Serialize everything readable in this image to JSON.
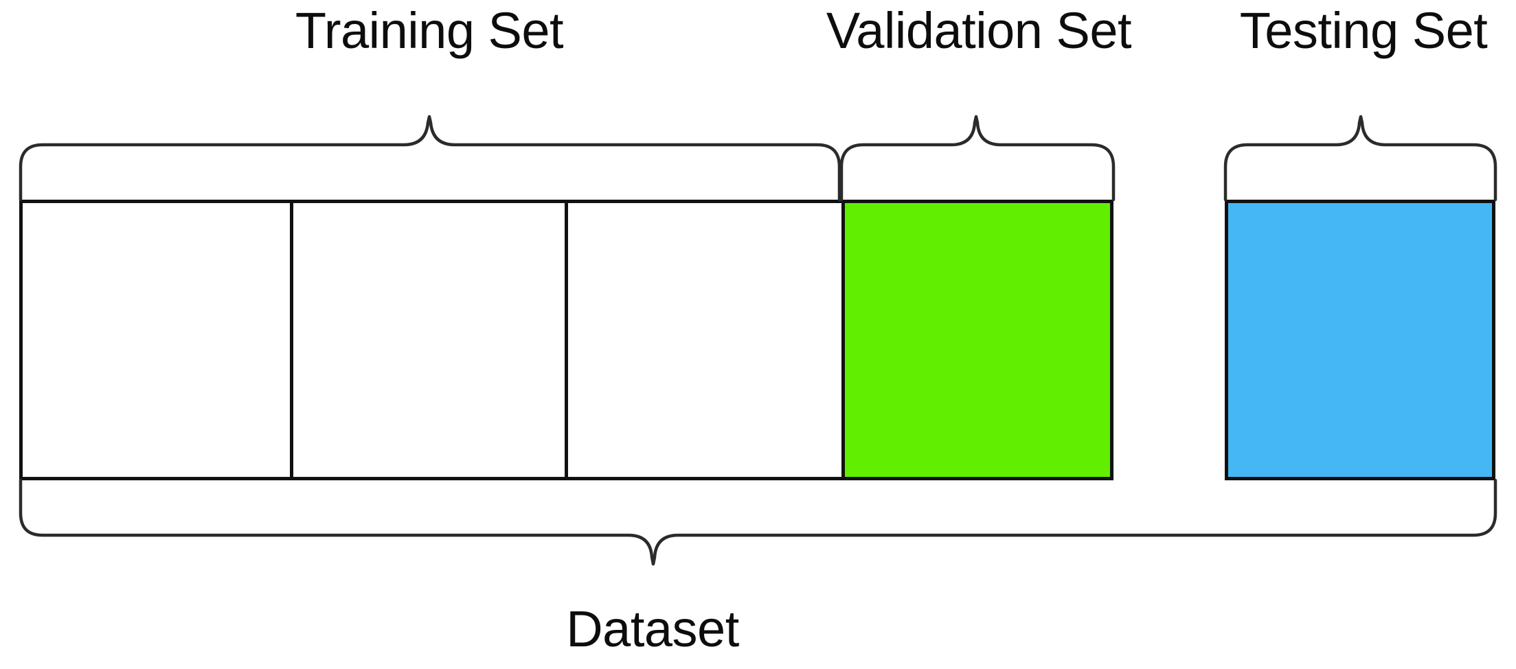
{
  "diagram": {
    "title": "Dataset split diagram",
    "background_color": "#ffffff",
    "stroke_color": "#111111",
    "bottom_label": "Dataset",
    "group_labels": {
      "training": "Training Set",
      "validation": "Validation Set",
      "testing": "Testing Set"
    },
    "segments": [
      {
        "id": "train-fold-1",
        "group": "training",
        "label": "",
        "fill": "#ffffff"
      },
      {
        "id": "train-fold-2",
        "group": "training",
        "label": "",
        "fill": "#ffffff"
      },
      {
        "id": "train-fold-3",
        "group": "training",
        "label": "",
        "fill": "#ffffff"
      },
      {
        "id": "validation-block",
        "group": "validation",
        "label": "",
        "fill": "#62ee00"
      },
      {
        "id": "testing-block",
        "group": "testing",
        "label": "",
        "fill": "#45b7f5"
      }
    ],
    "colors": {
      "validation_fill": "#62ee00",
      "testing_fill": "#45b7f5",
      "train_fill": "#ffffff",
      "outline": "#111111"
    },
    "braces": [
      {
        "id": "brace-training",
        "label": "Training Set",
        "direction": "up"
      },
      {
        "id": "brace-validation",
        "label": "Validation Set",
        "direction": "up"
      },
      {
        "id": "brace-testing",
        "label": "Testing Set",
        "direction": "up"
      },
      {
        "id": "brace-dataset",
        "label": "Dataset",
        "direction": "down"
      }
    ]
  }
}
